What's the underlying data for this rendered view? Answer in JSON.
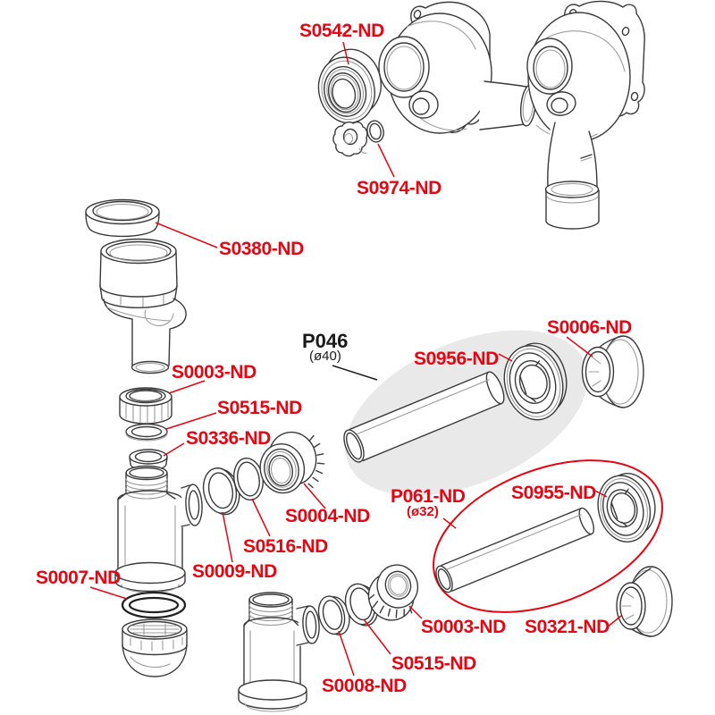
{
  "diagram": {
    "labels": {
      "s0542": "S0542-ND",
      "s0974": "S0974-ND",
      "s0380": "S0380-ND",
      "s0003_top": "S0003-ND",
      "s0515_top": "S0515-ND",
      "s0336": "S0336-ND",
      "s0004": "S0004-ND",
      "s0516": "S0516-ND",
      "s0009": "S0009-ND",
      "s0007": "S0007-ND",
      "s0956": "S0956-ND",
      "s0006": "S0006-ND",
      "s0955": "S0955-ND",
      "s0003_bottom": "S0003-ND",
      "s0321": "S0321-ND",
      "s0515_bottom": "S0515-ND",
      "s0008": "S0008-ND"
    },
    "kits": {
      "p046": {
        "code": "P046",
        "size": "(ø40)"
      },
      "p061": {
        "code": "P061-ND",
        "size": "(ø32)"
      }
    },
    "colors": {
      "label_red": "#e30613",
      "kit_black": "#1a1a1a",
      "line_dark": "#3a3a3a",
      "line_light": "#9c9c9c",
      "p046_zone_fill": "#e9e9e9",
      "background": "#ffffff"
    }
  }
}
